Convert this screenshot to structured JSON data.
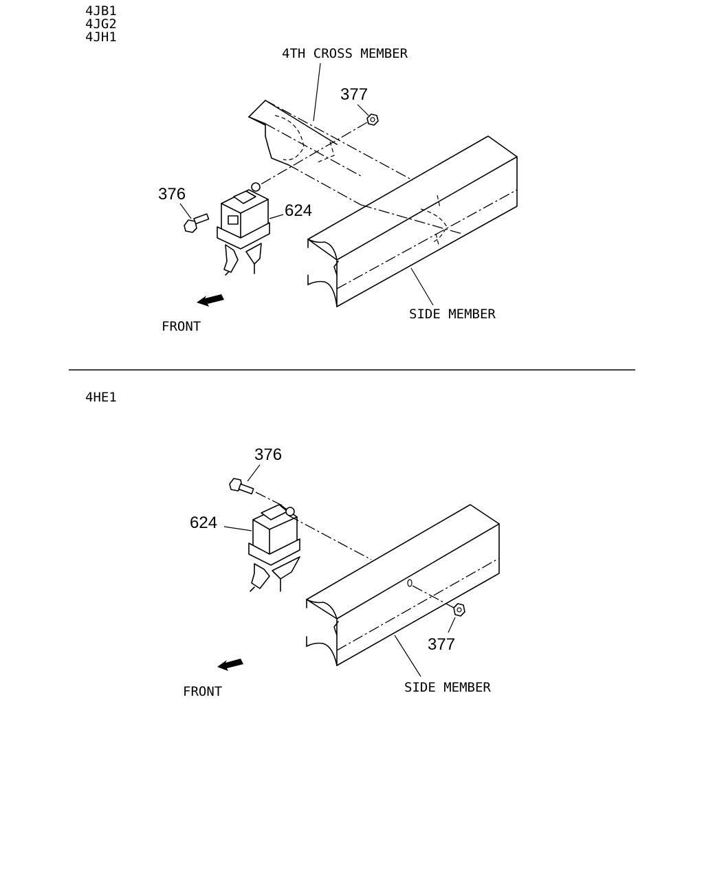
{
  "top_section": {
    "engine_codes": [
      "4JB1",
      "4JG2",
      "4JH1"
    ],
    "labels": {
      "cross_member": "4TH CROSS MEMBER",
      "side_member": "SIDE MEMBER",
      "front": "FRONT"
    },
    "callouts": {
      "bolt": "376",
      "nut": "377",
      "component": "624"
    }
  },
  "bottom_section": {
    "engine_codes": [
      "4HE1"
    ],
    "labels": {
      "side_member": "SIDE MEMBER",
      "front": "FRONT"
    },
    "callouts": {
      "bolt": "376",
      "nut": "377",
      "component": "624"
    }
  }
}
